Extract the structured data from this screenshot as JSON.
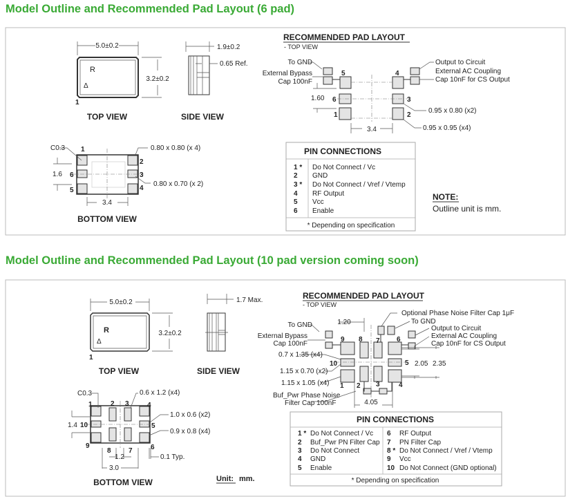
{
  "section1": {
    "title": "Model Outline and Recommended Pad Layout (6 pad)",
    "top_view": {
      "label": "TOP VIEW",
      "width_dim": "5.0±0.2",
      "height_dim": "3.2±0.2",
      "mark": "R",
      "triangle": "Δ",
      "pin1": "1"
    },
    "side_view": {
      "label": "SIDE VIEW",
      "thickness_dim": "1.9±0.2",
      "ref_dim": "0.65 Ref."
    },
    "bottom_view": {
      "label": "BOTTOM VIEW",
      "chamfer": "C0.3",
      "pad_dim_a": "0.80 x 0.80 (x 4)",
      "pad_dim_b": "0.80 x 0.70 (x 2)",
      "pitch_v": "1.6",
      "pitch_h": "3.4",
      "pins": [
        "1",
        "2",
        "3",
        "4",
        "5",
        "6"
      ]
    },
    "pad_layout": {
      "title": "RECOMMENDED PAD LAYOUT",
      "subtitle": "- TOP VIEW",
      "to_gnd": "To GND",
      "bypass_1": "External Bypass",
      "bypass_2": "Cap 100nF",
      "output": "Output to Circuit",
      "coupling_1": "External AC Coupling",
      "coupling_2": "Cap 10nF for CS Output",
      "pitch_v": "1.60",
      "pitch_h": "3.4",
      "dim_a": "0.95 x 0.80 (x2)",
      "dim_b": "0.95 x 0.95 (x4)",
      "pins": [
        "1",
        "2",
        "3",
        "4",
        "5",
        "6"
      ]
    },
    "pin_connections": {
      "title": "PIN CONNECTIONS",
      "footer": "* Depending on specification",
      "rows": [
        {
          "pin": "1 *",
          "desc": "Do Not Connect / Vc"
        },
        {
          "pin": "2",
          "desc": "GND"
        },
        {
          "pin": "3 *",
          "desc": "Do Not Connect / Vref / Vtemp"
        },
        {
          "pin": "4",
          "desc": "RF Output"
        },
        {
          "pin": "5",
          "desc": "Vcc"
        },
        {
          "pin": "6",
          "desc": "Enable"
        }
      ]
    },
    "note": {
      "title": "NOTE:",
      "text": "Outline unit is mm."
    }
  },
  "section2": {
    "title": "Model Outline and Recommended Pad Layout (10 pad version coming soon)",
    "top_view": {
      "label": "TOP VIEW",
      "width_dim": "5.0±0.2",
      "height_dim": "3.2±0.2",
      "mark": "R",
      "triangle": "Δ",
      "pin1": "1"
    },
    "side_view": {
      "label": "SIDE VIEW",
      "thickness_dim": "1.7 Max."
    },
    "bottom_view": {
      "label": "BOTTOM VIEW",
      "chamfer": "C0.3",
      "dim_a": "0.6 x 1.2 (x4)",
      "dim_b": "1.0 x 0.6 (x2)",
      "dim_c": "0.9 x 0.8 (x4)",
      "pitch_v": "1.4",
      "pitch_inner": "1.2",
      "pitch_h": "3.0",
      "gap": "0.1 Typ.",
      "pins": [
        "1",
        "2",
        "3",
        "4",
        "5",
        "6",
        "7",
        "8",
        "9",
        "10"
      ]
    },
    "unit": {
      "label": "Unit:",
      "value": "mm."
    },
    "pad_layout": {
      "title": "RECOMMENDED PAD LAYOUT",
      "subtitle": "- TOP VIEW",
      "to_gnd": "To GND",
      "bypass_1": "External Bypass",
      "bypass_2": "Cap 100nF",
      "dim_120": "1.20",
      "optional_cap": "Optional Phase Noise Filter Cap 1μF",
      "to_gnd_2": "To GND",
      "output": "Output to Circuit",
      "coupling_1": "External AC Coupling",
      "coupling_2": "Cap 10nF for CS Output",
      "dim_a": "0.7 x 1.35 (x4)",
      "dim_b": "1.15 x 0.70 (x2)",
      "dim_c": "1.15 x 1.05 (x4)",
      "dim_205": "2.05",
      "dim_235": "2.35",
      "buf_1": "Buf_Pwr Phase Noise",
      "buf_2": "Filter Cap 100nF",
      "dim_405": "4.05",
      "pins": [
        "1",
        "2",
        "3",
        "4",
        "5",
        "6",
        "7",
        "8",
        "9",
        "10"
      ]
    },
    "pin_connections": {
      "title": "PIN CONNECTIONS",
      "footer": "* Depending on specification",
      "left": [
        {
          "pin": "1 *",
          "desc": "Do Not Connect / Vc"
        },
        {
          "pin": "2",
          "desc": "Buf_Pwr PN Filter Cap"
        },
        {
          "pin": "3",
          "desc": "Do Not Connect"
        },
        {
          "pin": "4",
          "desc": "GND"
        },
        {
          "pin": "5",
          "desc": "Enable"
        }
      ],
      "right": [
        {
          "pin": "6",
          "desc": "RF Output"
        },
        {
          "pin": "7",
          "desc": "PN Filter Cap"
        },
        {
          "pin": "8 *",
          "desc": "Do Not Connect / Vref / Vtemp"
        },
        {
          "pin": "9",
          "desc": "Vcc"
        },
        {
          "pin": "10",
          "desc": "Do Not Connect (GND optional)"
        }
      ]
    }
  }
}
